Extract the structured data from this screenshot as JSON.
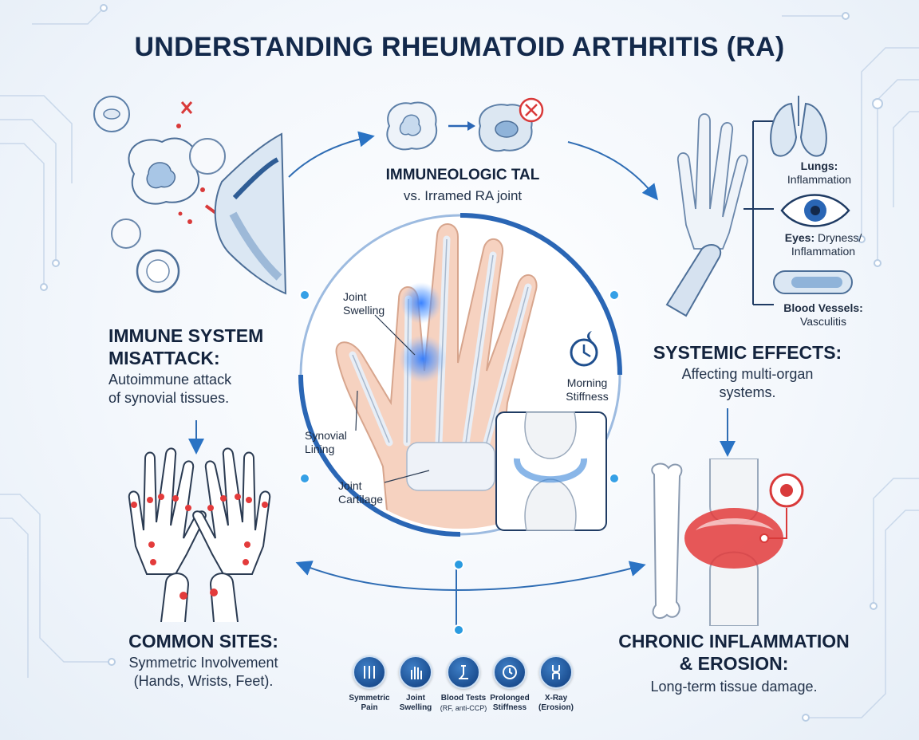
{
  "title": "UNDERSTANDING RHEUMATOID ARTHRITIS (RA)",
  "center": {
    "title": "IMMUNEOLOGIC TAL",
    "subtitle": "vs. Irramed RA joint",
    "labels": {
      "joint_swelling": [
        "Joint",
        "Swelling"
      ],
      "synovial_lining": [
        "Synovial",
        "Lining"
      ],
      "joint_cartilage": [
        "Joint",
        "Cartilage"
      ],
      "morning_stiffness": [
        "Morning",
        "Stiffness"
      ]
    }
  },
  "sections": {
    "immune": {
      "title_lines": [
        "IMMUNE SYSTEM",
        "MISATTACK:"
      ],
      "body_lines": [
        "Autoimmune attack",
        "of synovial tissues."
      ]
    },
    "systemic": {
      "title": "SYSTEMIC EFFECTS:",
      "body_lines": [
        "Affecting multi-organ",
        "systems."
      ]
    },
    "common": {
      "title": "COMMON SITES:",
      "body_lines": [
        "Symmetric Involvement",
        "(Hands, Wrists, Feet)."
      ]
    },
    "chronic": {
      "title_lines": [
        "CHRONIC INFLAMMATION",
        "& EROSION:"
      ],
      "body": "Long-term tissue damage."
    }
  },
  "organs": [
    {
      "name": "Lungs:",
      "detail": "Inflammation"
    },
    {
      "name": "Eyes:",
      "detail_lines": [
        " Dryness/",
        "Inflammation"
      ]
    },
    {
      "name": "Blood Vessels:",
      "detail": "Vasculitis"
    }
  ],
  "symptoms": [
    {
      "icon": "symmetric-pain-icon",
      "lines": [
        "Symmetric",
        "Pain"
      ]
    },
    {
      "icon": "joint-swelling-icon",
      "lines": [
        "Joint",
        "Swelling"
      ]
    },
    {
      "icon": "blood-tests-icon",
      "lines": [
        "Blood Tests",
        "(RF, anti-CCP)"
      ]
    },
    {
      "icon": "prolonged-stiffness-icon",
      "lines": [
        "Prolonged",
        "Stiffness"
      ]
    },
    {
      "icon": "x-ray-icon",
      "lines": [
        "X-Ray",
        "(Erosion)"
      ]
    }
  ],
  "colors": {
    "accent_blue": "#1f5fb0",
    "circle_blue": "#2a66b5",
    "inflammation_red": "#d93a3a",
    "title_navy": "#13294b"
  }
}
